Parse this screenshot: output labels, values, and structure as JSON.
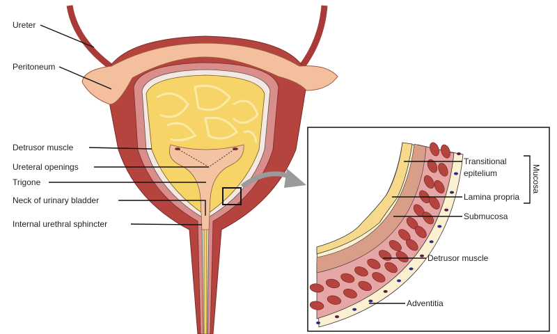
{
  "labels": {
    "ureter": "Ureter",
    "peritoneum": "Peritoneum",
    "detrusor_muscle": "Detrusor muscle",
    "ureteral_openings": "Ureteral openings",
    "trigone": "Trigone",
    "neck": "Neck of urinary bladder",
    "sphincter": "Internal urethral sphincter"
  },
  "inset": {
    "transitional_1": "Transitional",
    "transitional_2": "epitelium",
    "lamina_propria": "Lamina propria",
    "mucosa": "Mucosa",
    "submucosa": "Submucosa",
    "detrusor_muscle": "Detrusor muscle",
    "adventitia": "Adventitia"
  },
  "colors": {
    "muscle": "#b5443f",
    "pink": "#e0a2a0",
    "yellow": "#f6d468",
    "peach": "#f4c4a2"
  }
}
